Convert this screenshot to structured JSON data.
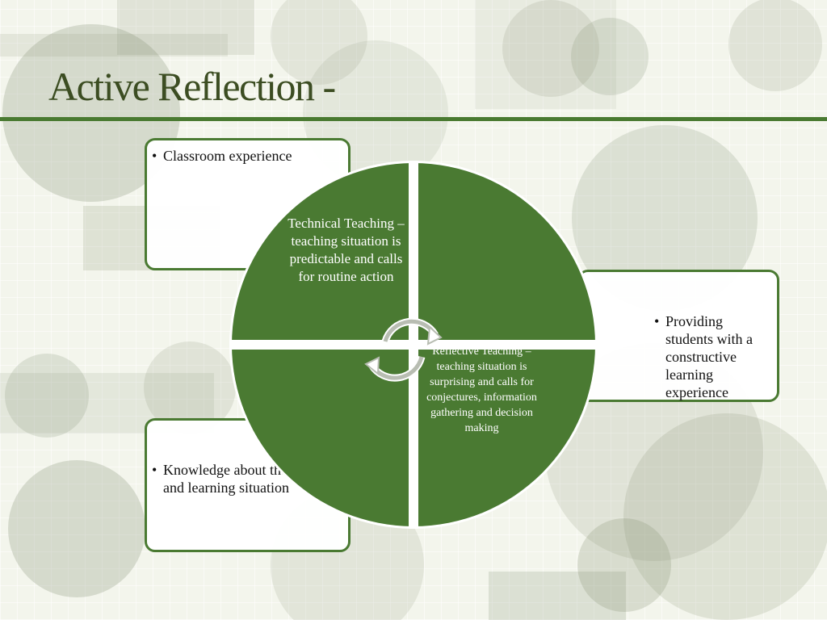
{
  "slide": {
    "title": "Active Reflection -"
  },
  "boxes": {
    "top_left": [
      "Classroom experience"
    ],
    "right": [
      "Providing students with a constructive learning experience"
    ],
    "bottom_left": [
      "Knowledge about the teaching and learning situation"
    ]
  },
  "quadrants": {
    "top_left_text": "Technical Teaching – teaching situation is predictable and calls for routine action",
    "bottom_right_text": "Reflective Teaching – teaching situation is surprising  and calls for conjectures, information gathering and decision making"
  },
  "colors": {
    "accent": "#4a7a32",
    "title": "#3c4d22",
    "background": "#f3f5ec"
  },
  "icons": {
    "center": "cycle-arrows-icon"
  }
}
